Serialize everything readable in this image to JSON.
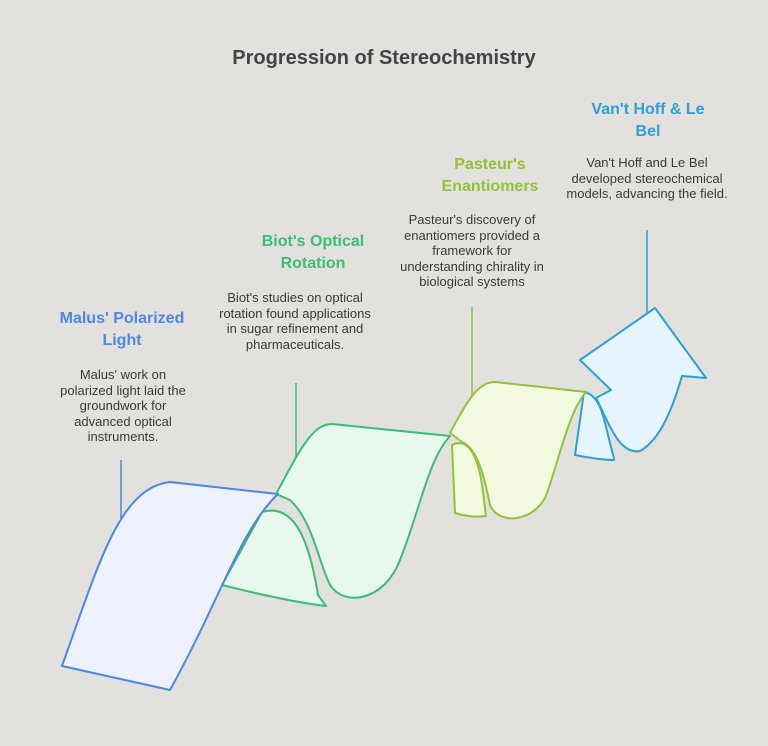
{
  "title": "Progression of Stereochemistry",
  "stages": [
    {
      "title": "Malus' Polarized Light",
      "description": "Malus' work on polarized light laid the groundwork for advanced optical instruments.",
      "color": "#4f86e0",
      "fill": "#edf2fd"
    },
    {
      "title": "Biot's Optical Rotation",
      "description": "Biot's studies on optical rotation found applications in sugar refinement and pharmaceuticals.",
      "color": "#3bbd77",
      "fill": "#e8f8ef"
    },
    {
      "title": "Pasteur's Enantiomers",
      "description": "Pasteur's discovery of enantiomers provided a framework for understanding chirality in biological systems",
      "color": "#93c23c",
      "fill": "#f2f9df"
    },
    {
      "title": "Van't Hoff & Le Bel",
      "description": "Van't Hoff and Le Bel developed stereochemical models, advancing the field.",
      "color": "#2f9fd6",
      "fill": "#e6f4fb"
    }
  ]
}
